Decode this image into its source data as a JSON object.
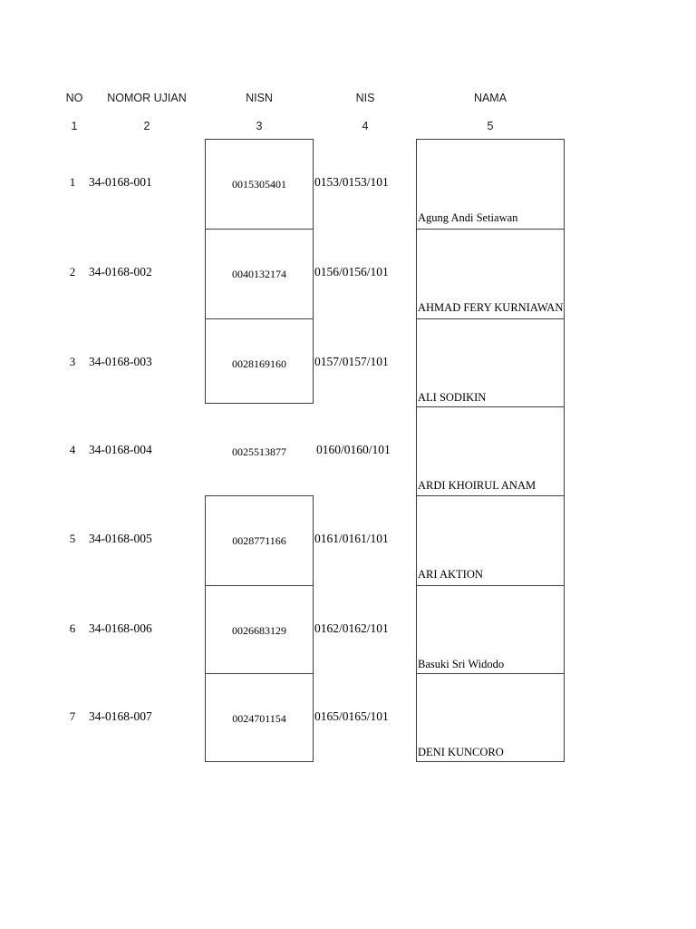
{
  "table": {
    "headers": [
      "NO",
      "NOMOR UJIAN",
      "NISN",
      "NIS",
      "NAMA"
    ],
    "column_numbers": [
      "1",
      "2",
      "3",
      "4",
      "5"
    ],
    "rows": [
      {
        "no": "1",
        "nomor_ujian": "34-0168-001",
        "nisn": "0015305401",
        "nis": "0153/0153/101",
        "nama": "Agung Andi Setiawan"
      },
      {
        "no": "2",
        "nomor_ujian": "34-0168-002",
        "nisn": "0040132174",
        "nis": "0156/0156/101",
        "nama": "AHMAD FERY KURNIAWAN"
      },
      {
        "no": "3",
        "nomor_ujian": "34-0168-003",
        "nisn": "0028169160",
        "nis": "0157/0157/101",
        "nama": "ALI SODIKIN"
      },
      {
        "no": "4",
        "nomor_ujian": "34-0168-004",
        "nisn": "0025513877",
        "nis": "0160/0160/101",
        "nama": "ARDI KHOIRUL ANAM"
      },
      {
        "no": "5",
        "nomor_ujian": "34-0168-005",
        "nisn": "0028771166",
        "nis": "0161/0161/101",
        "nama": "ARI AKTION"
      },
      {
        "no": "6",
        "nomor_ujian": "34-0168-006",
        "nisn": "0026683129",
        "nis": "0162/0162/101",
        "nama": "Basuki Sri Widodo"
      },
      {
        "no": "7",
        "nomor_ujian": "34-0168-007",
        "nisn": "0024701154",
        "nis": "0165/0165/101",
        "nama": "DENI KUNCORO"
      }
    ]
  },
  "style": {
    "border_color": "#3f3f3f",
    "text_color": "#000000",
    "background": "#ffffff"
  }
}
